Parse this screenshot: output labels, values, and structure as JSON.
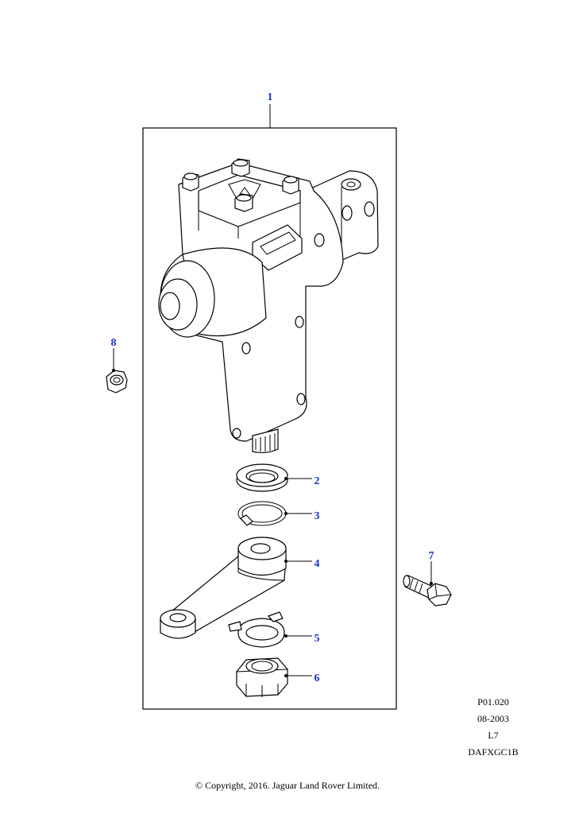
{
  "callouts": [
    {
      "id": "1",
      "label": "1"
    },
    {
      "id": "2",
      "label": "2"
    },
    {
      "id": "3",
      "label": "3"
    },
    {
      "id": "4",
      "label": "4"
    },
    {
      "id": "5",
      "label": "5"
    },
    {
      "id": "6",
      "label": "6"
    },
    {
      "id": "7",
      "label": "7"
    },
    {
      "id": "8",
      "label": "8"
    }
  ],
  "meta": {
    "plate": "P01.020",
    "date": "08-2003",
    "level": "L7",
    "code": "DAFXGC1B"
  },
  "footer": "© Copyright, 2016. Jaguar Land Rover Limited.",
  "colors": {
    "callout": "#1a33cc",
    "line": "#000000"
  }
}
